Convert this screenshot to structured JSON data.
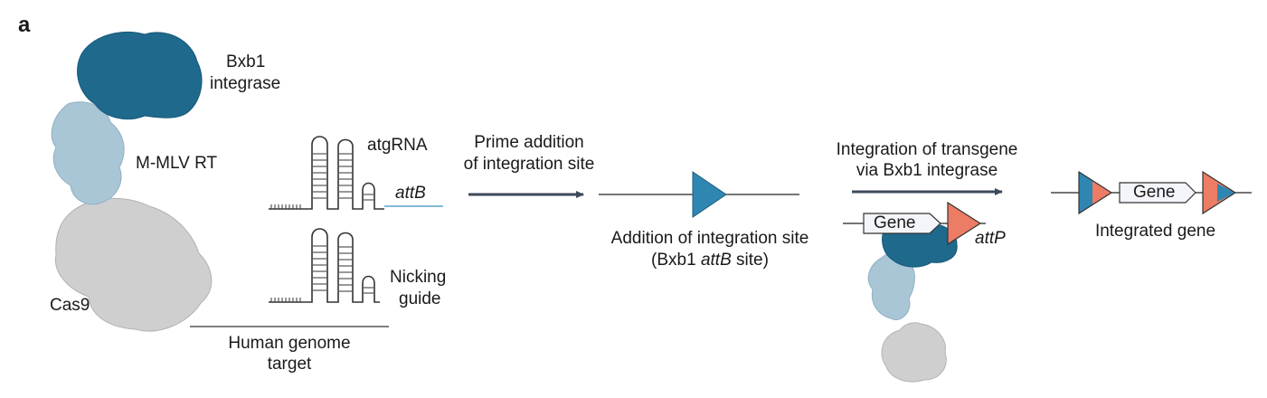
{
  "panel_letter": "a",
  "labels": {
    "bxb1": [
      "Bxb1",
      "integrase"
    ],
    "mmlv": "M-MLV RT",
    "cas9": "Cas9",
    "atgrna": "atgRNA",
    "attb": "attB",
    "nicking": [
      "Nicking",
      "guide"
    ],
    "genome_target": [
      "Human genome",
      "target"
    ],
    "step1": [
      "Prime addition",
      "of integration site"
    ],
    "step1_result": [
      "Addition of integration site",
      "(Bxb1 ",
      "attB",
      " site)"
    ],
    "step2": [
      "Integration of transgene",
      "via Bxb1 integrase"
    ],
    "gene_donor": "Gene",
    "attp": "attP",
    "gene_integrated": "Gene",
    "integrated_gene": "Integrated gene"
  },
  "colors": {
    "integrase_dark": "#1f6a8c",
    "rt_light": "#a9c6d6",
    "cas9_gray": "#cfcfcf",
    "attb_blue": "#2f86b0",
    "attp_coral": "#ec7c63",
    "arrow": "#3d4a5c"
  }
}
